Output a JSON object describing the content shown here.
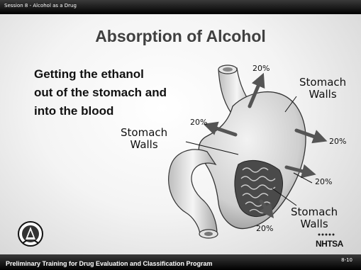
{
  "header": {
    "session": "Session 8 - Alcohol as a Drug"
  },
  "slide": {
    "title": "Absorption of Alcohol",
    "subtitle_lines": [
      "Getting the ethanol",
      "out of the stomach and",
      "into the blood"
    ]
  },
  "diagram": {
    "wall_labels": [
      [
        "Stomach",
        "Walls"
      ],
      [
        "Stomach",
        "Walls"
      ],
      [
        "Stomach",
        "Walls"
      ]
    ],
    "percent_labels": [
      "20%",
      "20%",
      "20%",
      "20%",
      "20%"
    ],
    "arrow_color": "#555555"
  },
  "footer": {
    "program": "Preliminary Training for Drug Evaluation and Classification Program",
    "page": "8-10",
    "logo_text": "NHTSA"
  },
  "colors": {
    "bar": "#000000",
    "title": "#404040",
    "stomach": "#dcdcdc"
  }
}
